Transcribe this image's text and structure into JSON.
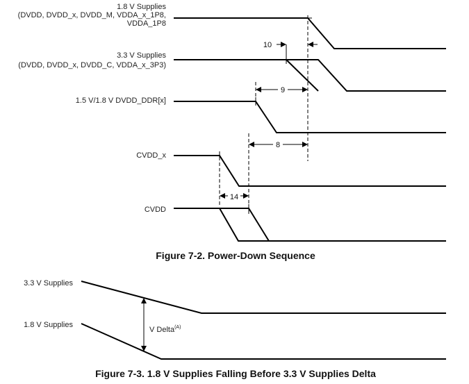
{
  "figure_7_2": {
    "signals": {
      "s18": {
        "label_lines": [
          "1.8 V Supplies",
          "(DVDD, DVDD_x, DVDD_M, VDDA_x_1P8,",
          "VDDA_1P8"
        ]
      },
      "s33": {
        "label_lines": [
          "3.3 V Supplies",
          "(DVDD, DVDD_x, DVDD_C, VDDA_x_3P3)"
        ]
      },
      "ddr": {
        "label": "1.5 V/1.8 V DVDD_DDR[x]"
      },
      "cvddx": {
        "label": "CVDD_x"
      },
      "cvdd": {
        "label": "CVDD"
      }
    },
    "timing": {
      "t10": "10",
      "t9": "9",
      "t8": "8",
      "t14": "14"
    },
    "caption": "Figure 7-2. Power-Down Sequence"
  },
  "figure_7_3": {
    "label_33": "3.3 V Supplies",
    "label_18": "1.8 V Supplies",
    "delta_label": "V Delta",
    "delta_sup": "(A)",
    "caption": "Figure 7-3. 1.8 V Supplies Falling Before 3.3 V Supplies Delta"
  }
}
